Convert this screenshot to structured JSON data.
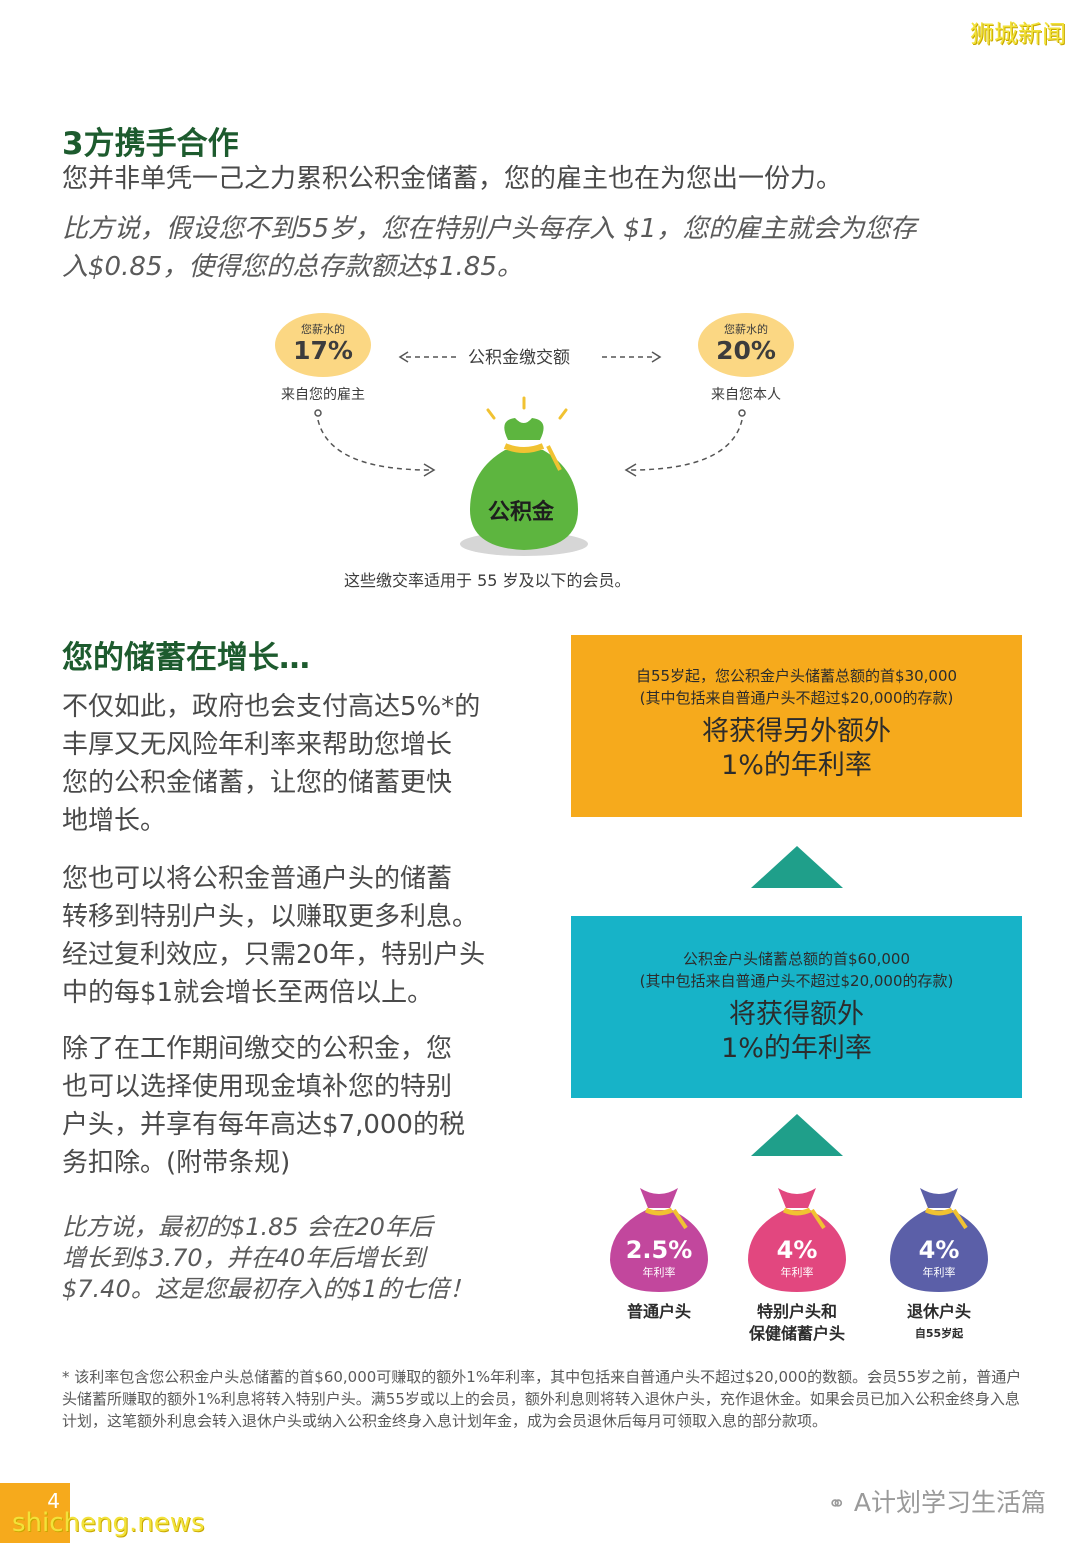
{
  "watermark_top": "狮城新闻",
  "section1": {
    "title": "3方携手合作",
    "line1": "您并非单凭一己之力累积公积金储蓄，您的雇主也在为您出一份力。",
    "italic1": "比方说，假设您不到55岁，您在特别户头每存入 $1，您的雇主就会为您存",
    "italic2": "入$0.85，使得您的总存款额达$1.85。"
  },
  "diagram": {
    "left_small": "您薪水的",
    "left_pct": "17%",
    "left_caption": "来自您的雇主",
    "right_small": "您薪水的",
    "right_pct": "20%",
    "right_caption": "来自您本人",
    "center_label": "公积金缴交额",
    "bag_label": "公积金",
    "note": "这些缴交率适用于 55 岁及以下的会员。"
  },
  "section2": {
    "title": "您的储蓄在增长…",
    "para1": [
      "不仅如此，政府也会支付高达5%*的",
      "丰厚又无风险年利率来帮助您增长",
      "您的公积金储蓄，让您的储蓄更快",
      "地增长。"
    ],
    "para2": [
      "您也可以将公积金普通户头的储蓄",
      "转移到特别户头，以赚取更多利息。",
      "经过复利效应，只需20年，特别户头",
      "中的每$1就会增长至两倍以上。"
    ],
    "para3": [
      "除了在工作期间缴交的公积金，您",
      "也可以选择使用现金填补您的特别",
      "户头，并享有每年高达$7,000的税",
      "务扣除。(附带条规)"
    ],
    "italic": [
      "比方说，最初的$1.85 会在20年后",
      "增长到$3.70，并在40年后增长到",
      "$7.40。这是您最初存入的$1的七倍！"
    ]
  },
  "orange_box": {
    "line1": "自55岁起，您公积金户头储蓄总额的首$30,000",
    "line2": "(其中包括来自普通户头不超过$20,000的存款)",
    "big1": "将获得另外额外",
    "big2": "1%的年利率"
  },
  "teal_box": {
    "line1": "公积金户头储蓄总额的首$60,000",
    "line2": "(其中包括来自普通户头不超过$20,000的存款)",
    "big1": "将获得额外",
    "big2": "1%的年利率"
  },
  "bags": [
    {
      "pct": "2.5%",
      "sub": "年利率",
      "label": "普通户头",
      "label2": "",
      "color": "#c2479d"
    },
    {
      "pct": "4%",
      "sub": "年利率",
      "label": "特别户头和",
      "label2": "保健储蓄户头",
      "color": "#e2477f"
    },
    {
      "pct": "4%",
      "sub": "年利率",
      "label": "退休户头",
      "label2": "自55岁起",
      "color": "#5b5fa8"
    }
  ],
  "footnote": "* 该利率包含您公积金户头总储蓄的首$60,000可赚取的额外1%年利率，其中包括来自普通户头不超过$20,000的数额。会员55岁之前，普通户头储蓄所赚取的额外1%利息将转入特别户头。满55岁或以上的会员，额外利息则将转入退休户头，充作退休金。如果会员已加入公积金终身入息计划，这笔额外利息会转入退休户头或纳入公积金终身入息计划年金，成为会员退休后每月可领取入息的部分款项。",
  "page_number": "4",
  "site_watermark": "shicheng.news",
  "wechat_watermark": "A计划学习生活篇",
  "colors": {
    "green": "#1d5b2e",
    "orange": "#f6aa1c",
    "teal": "#17b3c8",
    "triangle": "#1f9f8a",
    "bag_green": "#5db53f"
  }
}
